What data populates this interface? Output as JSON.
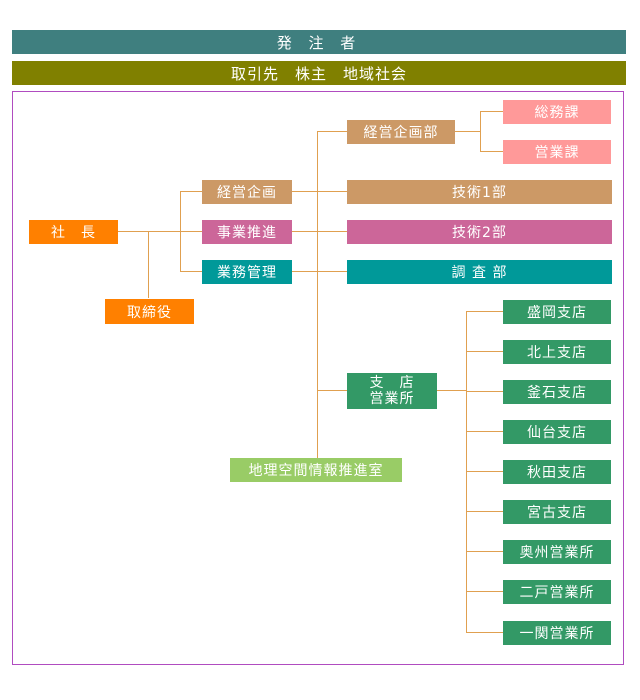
{
  "header": {
    "client": "発 注 者",
    "partners": "取引先　株主　地域社会"
  },
  "org": {
    "president": "社　長",
    "director": "取締役",
    "divisions": [
      "経営企画",
      "事業推進",
      "業務管理"
    ],
    "management_planning_dept": "経営企画部",
    "sections": [
      "総務課",
      "営業課"
    ],
    "tech1": "技術1部",
    "tech2": "技術2部",
    "survey": "調 査 部",
    "branch_office": "支　店\n営業所",
    "gis_office": "地理空間情報推進室",
    "branches": [
      "盛岡支店",
      "北上支店",
      "釜石支店",
      "仙台支店",
      "秋田支店",
      "宮古支店",
      "奥州営業所",
      "二戸営業所",
      "一関営業所"
    ]
  }
}
